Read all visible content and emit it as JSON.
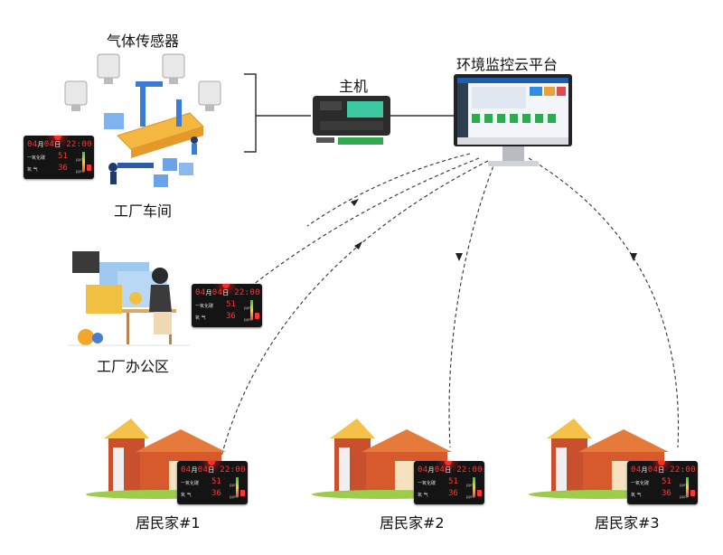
{
  "labels": {
    "gas_sensor": "气体传感器",
    "host": "主机",
    "cloud_platform": "环境监控云平台",
    "factory_workshop": "工厂车间",
    "factory_office": "工厂办公区",
    "resident_1": "居民家#1",
    "resident_2": "居民家#2",
    "resident_3": "居民家#3"
  },
  "display": {
    "month": "04",
    "month_unit": "月",
    "day": "04",
    "day_unit": "日",
    "time": "22:00",
    "gas_label": "一氧化碳",
    "gas_value": "51",
    "gas_unit": "ppm",
    "temp_label": "氧 气",
    "temp_value": "36",
    "temp_unit": "ppm"
  },
  "colors": {
    "led_red": "#ff3535",
    "led_bg": "#141414",
    "line": "#333333"
  },
  "icons": [
    "gas-sensor-icon",
    "factory-assembly-icon",
    "host-controller-icon",
    "monitor-icon",
    "office-worker-icon",
    "house-icon",
    "led-display-icon"
  ]
}
